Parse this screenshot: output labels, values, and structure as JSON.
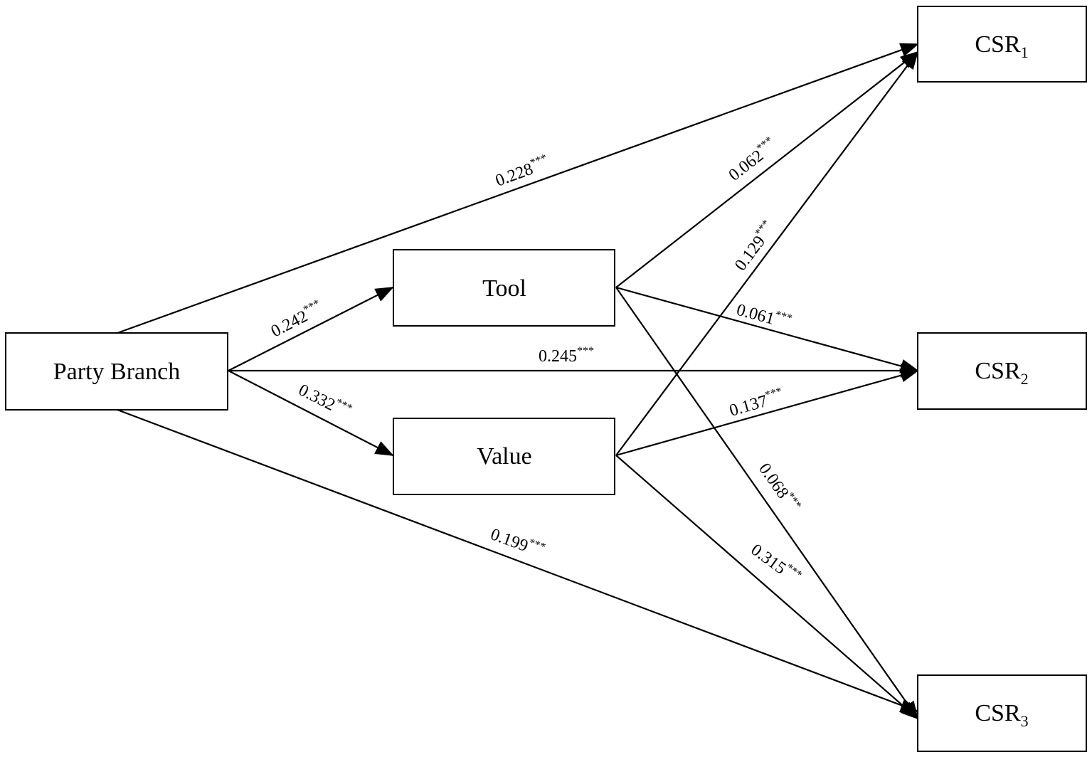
{
  "nodes": {
    "party_branch": {
      "label": "Party Branch"
    },
    "tool": {
      "label": "Tool"
    },
    "value": {
      "label": "Value"
    },
    "csr1": {
      "label": "CSR",
      "sub": "1"
    },
    "csr2": {
      "label": "CSR",
      "sub": "2"
    },
    "csr3": {
      "label": "CSR",
      "sub": "3"
    }
  },
  "edges": {
    "pb_csr1": {
      "coef": "0.228",
      "sig": "***"
    },
    "pb_tool": {
      "coef": "0.242",
      "sig": "***"
    },
    "pb_csr2": {
      "coef": "0.245",
      "sig": "***"
    },
    "pb_value": {
      "coef": "0.332",
      "sig": "***"
    },
    "pb_csr3": {
      "coef": "0.199",
      "sig": "***"
    },
    "tool_csr1": {
      "coef": "0.062",
      "sig": "***"
    },
    "tool_csr2": {
      "coef": "0.061",
      "sig": "***"
    },
    "tool_csr3": {
      "coef": "0.068",
      "sig": "***"
    },
    "value_csr1": {
      "coef": "0.129",
      "sig": "***"
    },
    "value_csr2": {
      "coef": "0.137",
      "sig": "***"
    },
    "value_csr3": {
      "coef": "0.315",
      "sig": "***"
    }
  }
}
